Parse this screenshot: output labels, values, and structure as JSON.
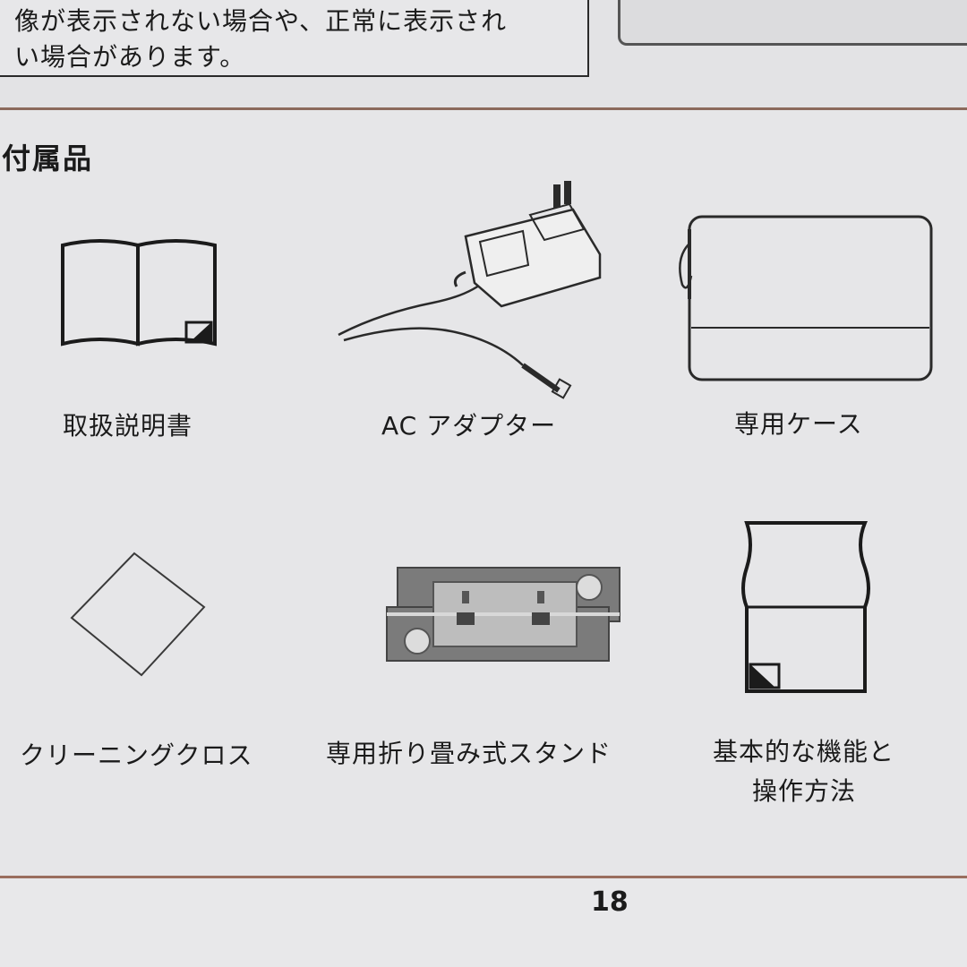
{
  "note": {
    "line1": "像が表示されない場合や、正常に表示され",
    "line2": "い場合があります。"
  },
  "section_title": "付属品",
  "items": [
    {
      "label": "取扱説明書",
      "icon": "manual-icon"
    },
    {
      "label": "AC アダプター",
      "icon": "ac-adapter-icon"
    },
    {
      "label": "専用ケース",
      "icon": "case-icon"
    },
    {
      "label": "クリーニングクロス",
      "icon": "cleaning-cloth-icon"
    },
    {
      "label": "専用折り畳み式スタンド",
      "icon": "folding-stand-icon"
    },
    {
      "label1": "基本的な機能と",
      "label2": "操作方法",
      "icon": "guide-sheet-icon"
    }
  ],
  "page_number": "18"
}
